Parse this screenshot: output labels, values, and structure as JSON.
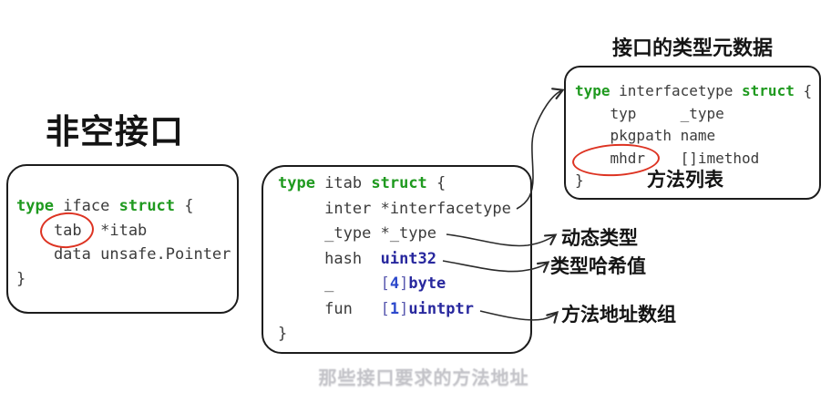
{
  "watermark": "那些接口要求的方法地址",
  "iface": {
    "title": "非空接口",
    "code": [
      [
        [
          "kw",
          "type"
        ],
        [
          "pl",
          " iface "
        ],
        [
          "kw",
          "struct"
        ],
        [
          "pl",
          " {"
        ]
      ],
      [
        [
          "pl",
          "    tab  *itab"
        ]
      ],
      [
        [
          "pl",
          "    data unsafe.Pointer"
        ]
      ],
      [
        [
          "pl",
          "}"
        ]
      ]
    ]
  },
  "itab": {
    "code": [
      [
        [
          "kw",
          "type"
        ],
        [
          "pl",
          " itab "
        ],
        [
          "kw",
          "struct"
        ],
        [
          "pl",
          " {"
        ]
      ],
      [
        [
          "pl",
          "     inter *interfacetype"
        ]
      ],
      [
        [
          "pl",
          "     _type *_type"
        ]
      ],
      [
        [
          "pl",
          "     hash  "
        ],
        [
          "typ",
          "uint32"
        ]
      ],
      [
        [
          "pl",
          "     _     "
        ],
        [
          "br",
          "["
        ],
        [
          "num",
          "4"
        ],
        [
          "br",
          "]"
        ],
        [
          "typ",
          "byte"
        ]
      ],
      [
        [
          "pl",
          "     fun   "
        ],
        [
          "br",
          "["
        ],
        [
          "num",
          "1"
        ],
        [
          "br",
          "]"
        ],
        [
          "typ",
          "uintptr"
        ]
      ],
      [
        [
          "pl",
          "}"
        ]
      ]
    ]
  },
  "interfacetype": {
    "title": "接口的类型元数据",
    "method_list_label": "方法列表",
    "code": [
      [
        [
          "kw",
          "type"
        ],
        [
          "pl",
          " interfacetype "
        ],
        [
          "kw",
          "struct"
        ],
        [
          "pl",
          " {"
        ]
      ],
      [
        [
          "pl",
          "    typ     _type"
        ]
      ],
      [
        [
          "pl",
          "    pkgpath name"
        ]
      ],
      [
        [
          "pl",
          "    mhdr    []imethod"
        ]
      ],
      [
        [
          "pl",
          "}"
        ]
      ]
    ]
  },
  "labels": {
    "dynamic_type": "动态类型",
    "type_hash": "类型哈希值",
    "method_addresses": "方法地址数组"
  },
  "annotations": {
    "tab_highlight": "red-ellipse around field tab",
    "mhdr_highlight": "red-ellipse around field mhdr",
    "arrow_inter": "curved arrow from itab.inter to interfacetype struct",
    "arrow_type": "arrow from itab._type to dynamic type label",
    "arrow_hash": "arrow from itab.hash to type hash label",
    "arrow_fun": "arrow from itab.fun to method addresses label"
  },
  "colors": {
    "keyword_green": "#1f9a1f",
    "type_blue": "#28289e",
    "number_blue": "#2d49cc",
    "bracket_blue": "#5a5ab0",
    "code_gray": "#3b3b3b",
    "highlight_red": "#dd3322",
    "ink_black": "#1c1c1c",
    "watermark_gray": "#c3c3c8"
  }
}
